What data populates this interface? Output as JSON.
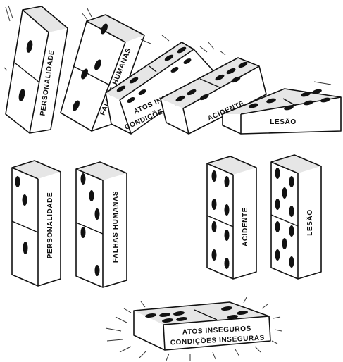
{
  "top_chain": {
    "personalidade": "PERSONALIDADE",
    "falhas": "FALHAS HUMANAS",
    "atos_line1": "ATOS INSEGUROS",
    "atos_line2": "CONDIÇÕES INSEGURAS",
    "acidente": "ACIDENTE",
    "lesao": "LESÃO"
  },
  "bottom_row": {
    "personalidade": "PERSONALIDADE",
    "falhas": "FALHAS HUMANAS",
    "acidente": "ACIDENTE",
    "lesao": "LESÃO"
  },
  "removed_piece": {
    "line1": "ATOS INSEGUROS",
    "line2": "CONDIÇÕES INSEGURAS"
  }
}
